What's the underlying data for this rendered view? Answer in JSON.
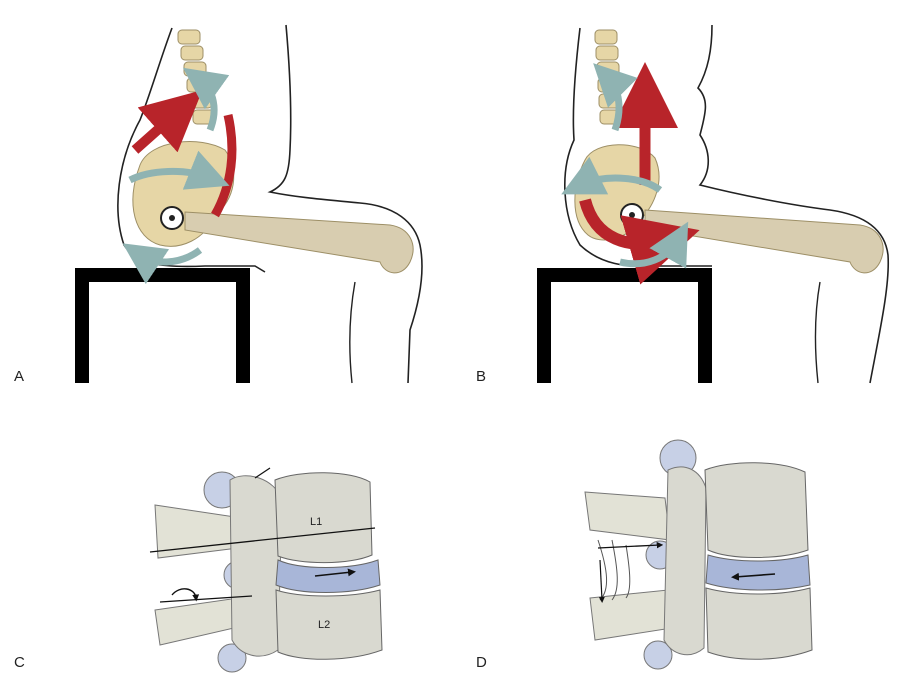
{
  "panels": [
    {
      "label": "A",
      "vertebra_labels": []
    },
    {
      "label": "B",
      "vertebra_labels": []
    },
    {
      "label": "C",
      "vertebra_labels": [
        "L1",
        "L2"
      ]
    },
    {
      "label": "D",
      "vertebra_labels": []
    }
  ],
  "colors": {
    "outline": "#222222",
    "bone": "#e6d6a6",
    "bone_dark": "#cbb987",
    "muscle_red": "#b8242a",
    "arrow_teal": "#8fb3b2",
    "disc_blue": "#a8b6d8",
    "vertebra_gray": "#d9d9d0",
    "seat": "#000000"
  }
}
